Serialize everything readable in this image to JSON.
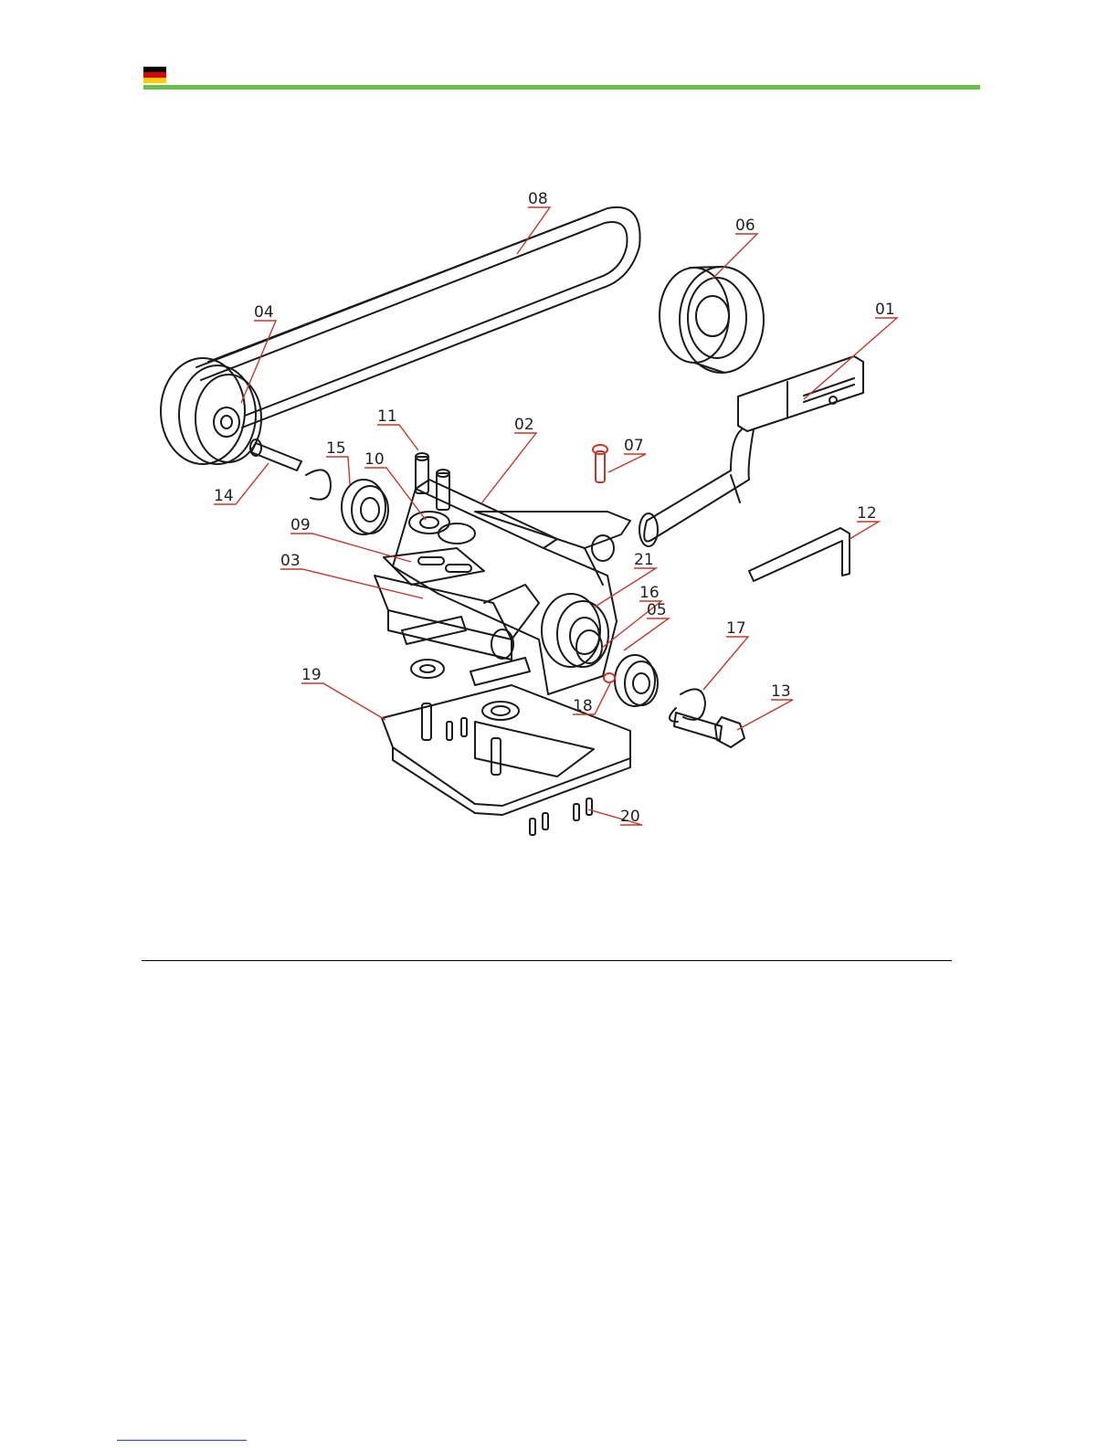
{
  "document": {
    "flag": "germany-flag",
    "colors": {
      "flag_black": "#000000",
      "flag_red": "#dd0000",
      "flag_gold": "#ffcc00",
      "accent_bar": "#6abf4b",
      "leader_line": "#c0392b",
      "drawing_line": "#1a1a1a"
    }
  },
  "diagram": {
    "labels": {
      "p01": "01",
      "p02": "02",
      "p03": "03",
      "p04": "04",
      "p05": "05",
      "p06": "06",
      "p07": "07",
      "p08": "08",
      "p09": "09",
      "p10": "10",
      "p11": "11",
      "p12": "12",
      "p13": "13",
      "p14": "14",
      "p15": "15",
      "p16": "16",
      "p17": "17",
      "p18": "18",
      "p19": "19",
      "p20": "20",
      "p21": "21"
    }
  }
}
